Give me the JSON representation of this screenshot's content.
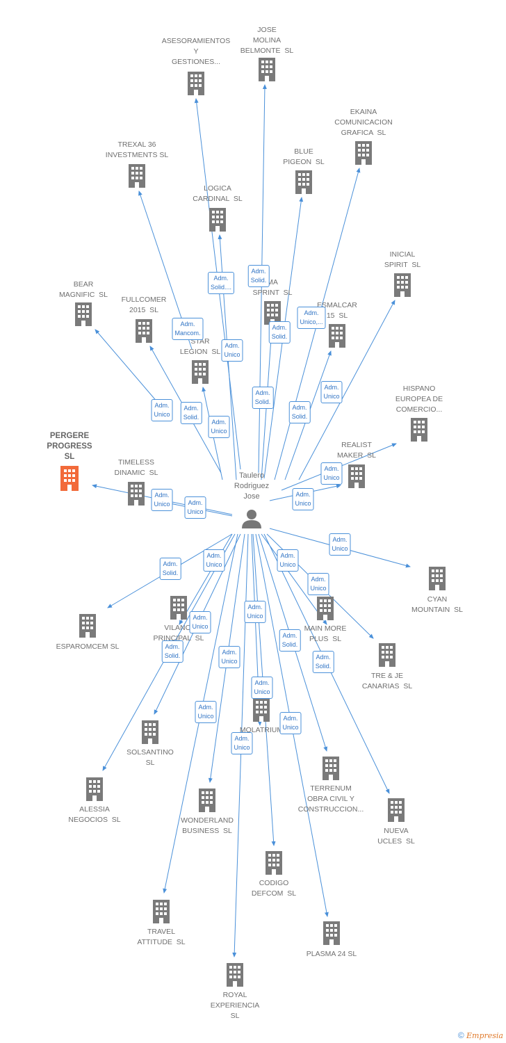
{
  "center": {
    "label": "Taulero\nRodriguez\nJose"
  },
  "colors": {
    "edge": "#4a90d9",
    "building": "#7a7a7a",
    "highlight": "#f26a3a"
  },
  "nodes": [
    {
      "id": "asesoramientos",
      "label": "ASESORAMIENTOS\nY\nGESTIONES..."
    },
    {
      "id": "jose-molina",
      "label": "JOSE\nMOLINA\nBELMONTE  SL"
    },
    {
      "id": "ekaina",
      "label": "EKAINA\nCOMUNICACION\nGRAFICA  SL"
    },
    {
      "id": "trexal",
      "label": "TREXAL 36\nINVESTMENTS SL"
    },
    {
      "id": "blue-pigeon",
      "label": "BLUE\nPIGEON  SL"
    },
    {
      "id": "logica",
      "label": "LOGICA\nCARDINAL  SL"
    },
    {
      "id": "inicial",
      "label": "INICIAL\nSPIRIT  SL"
    },
    {
      "id": "bear",
      "label": "BEAR\nMAGNIFIC  SL"
    },
    {
      "id": "fullcomer",
      "label": "FULLCOMER\n2015  SL"
    },
    {
      "id": "ma-sprint",
      "label": "MA\nSPRINT  SL"
    },
    {
      "id": "esmalcar",
      "label": "ESMALCAR\n15  SL"
    },
    {
      "id": "star-legion",
      "label": "STAR\nLEGION  SL"
    },
    {
      "id": "hispano",
      "label": "HISPANO\nEUROPEA DE\nCOMERCIO..."
    },
    {
      "id": "pergere",
      "label": "PERGERE\nPROGRESS\nSL"
    },
    {
      "id": "timeless",
      "label": "TIMELESS\nDINAMIC  SL"
    },
    {
      "id": "realist",
      "label": "REALIST\nMAKER  SL"
    },
    {
      "id": "cyan",
      "label": "CYAN\nMOUNTAIN  SL"
    },
    {
      "id": "esparomcem",
      "label": "ESPAROMCEM SL"
    },
    {
      "id": "vilanoi",
      "label": "VILANOI\nPRINCIPAL  SL"
    },
    {
      "id": "main-more",
      "label": "MAIN MORE\nPLUS  SL"
    },
    {
      "id": "tre-je",
      "label": "TRE & JE\nCANARIAS  SL"
    },
    {
      "id": "solsantino",
      "label": "SOLSANTINO\nSL"
    },
    {
      "id": "molatrium",
      "label": "MOLATRIUM"
    },
    {
      "id": "alessia",
      "label": "ALESSIA\nNEGOCIOS  SL"
    },
    {
      "id": "terrenum",
      "label": "TERRENUM\nOBRA CIVIL Y\nCONSTRUCCION..."
    },
    {
      "id": "nueva-ucles",
      "label": "NUEVA\nUCLES  SL"
    },
    {
      "id": "wonderland",
      "label": "WONDERLAND\nBUSINESS  SL"
    },
    {
      "id": "codigo",
      "label": "CODIGO\nDEFCOM  SL"
    },
    {
      "id": "travel",
      "label": "TRAVEL\nATTITUDE  SL"
    },
    {
      "id": "plasma",
      "label": "PLASMA 24 SL"
    },
    {
      "id": "royal",
      "label": "ROYAL\nEXPERIENCIA\nSL"
    }
  ],
  "roles": [
    "Adm.\nSolid....",
    "Adm.\nSolid.",
    "Adm.\nMancom.",
    "Adm.\nUnico",
    "Adm.\nUnico,...",
    "Adm.\nSolid.",
    "Adm.\nUnico",
    "Adm.\nSolid.",
    "Adm.\nUnico",
    "Adm.\nSolid.",
    "Adm.\nSolid.",
    "Adm.\nUnico",
    "Adm.\nUnico",
    "Adm.\nUnico",
    "Adm.\nUnico",
    "Adm.\nUnico",
    "Adm.\nUnico",
    "Adm.\nSolid.",
    "Adm.\nUnico",
    "Adm.\nUnico",
    "Adm.\nUnico",
    "Adm.\nUnico",
    "Adm.\nUnico",
    "Adm.\nSolid.",
    "Adm.\nUnico",
    "Adm.\nSolid.",
    "Adm.\nSolid.",
    "Adm.\nUnico",
    "Adm.\nUnico",
    "Adm.\nUnico",
    "Adm.\nUnico",
    "Adm.\nUnico",
    "Adm.\nUnico"
  ],
  "footer": {
    "copyright": "©",
    "brand": "Empresia"
  }
}
